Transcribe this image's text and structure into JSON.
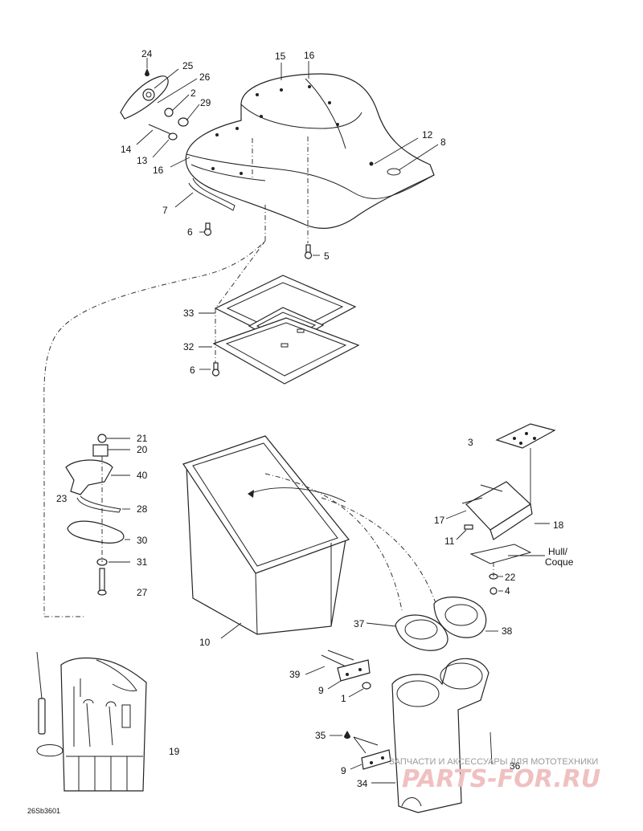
{
  "callouts": [
    {
      "id": "c24",
      "text": "24"
    },
    {
      "id": "c25",
      "text": "25"
    },
    {
      "id": "c26",
      "text": "26"
    },
    {
      "id": "c2",
      "text": "2"
    },
    {
      "id": "c29",
      "text": "29"
    },
    {
      "id": "c14",
      "text": "14"
    },
    {
      "id": "c13",
      "text": "13"
    },
    {
      "id": "c16a",
      "text": "16"
    },
    {
      "id": "c15",
      "text": "15"
    },
    {
      "id": "c16b",
      "text": "16"
    },
    {
      "id": "c12",
      "text": "12"
    },
    {
      "id": "c8",
      "text": "8"
    },
    {
      "id": "c7",
      "text": "7"
    },
    {
      "id": "c6a",
      "text": "6"
    },
    {
      "id": "c5",
      "text": "5"
    },
    {
      "id": "c33",
      "text": "33"
    },
    {
      "id": "c32",
      "text": "32"
    },
    {
      "id": "c6b",
      "text": "6"
    },
    {
      "id": "c21",
      "text": "21"
    },
    {
      "id": "c20",
      "text": "20"
    },
    {
      "id": "c40",
      "text": "40"
    },
    {
      "id": "c23",
      "text": "23"
    },
    {
      "id": "c28",
      "text": "28"
    },
    {
      "id": "c30",
      "text": "30"
    },
    {
      "id": "c31",
      "text": "31"
    },
    {
      "id": "c27",
      "text": "27"
    },
    {
      "id": "c3",
      "text": "3"
    },
    {
      "id": "c17",
      "text": "17"
    },
    {
      "id": "c18",
      "text": "18"
    },
    {
      "id": "c11",
      "text": "11"
    },
    {
      "id": "c22",
      "text": "22"
    },
    {
      "id": "c4",
      "text": "4"
    },
    {
      "id": "c10",
      "text": "10"
    },
    {
      "id": "c37",
      "text": "37"
    },
    {
      "id": "c38",
      "text": "38"
    },
    {
      "id": "c39",
      "text": "39"
    },
    {
      "id": "c9a",
      "text": "9"
    },
    {
      "id": "c1",
      "text": "1"
    },
    {
      "id": "c35",
      "text": "35"
    },
    {
      "id": "c9b",
      "text": "9"
    },
    {
      "id": "c34",
      "text": "34"
    },
    {
      "id": "c36",
      "text": "36"
    },
    {
      "id": "c19",
      "text": "19"
    }
  ],
  "hull_label": {
    "line1": "Hull/",
    "line2": "Coque"
  },
  "drawing_code": "26Sb3601",
  "watermark": {
    "caption": "ЗАПЧАСТИ И АКСЕССУАРЫ ДЛЯ МОТОТЕХНИКИ",
    "brand": "PARTS-FOR.RU"
  }
}
